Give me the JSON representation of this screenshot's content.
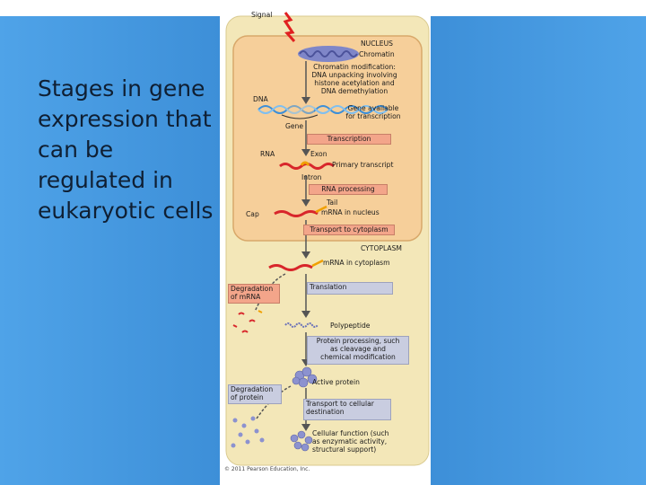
{
  "slide": {
    "title_lines": [
      "Stages in gene",
      "expression that",
      "can be",
      "regulated in",
      "eukaryotic cells"
    ]
  },
  "figure": {
    "signal": "Signal",
    "nucleus": "NUCLEUS",
    "chromatin": "Chromatin",
    "chromatin_mod": [
      "Chromatin modification:",
      "DNA unpacking involving",
      "histone acetylation and",
      "DNA demethylation"
    ],
    "dna": "DNA",
    "gene_available": [
      "Gene available",
      "for transcription"
    ],
    "gene": "Gene",
    "transcription": "Transcription",
    "rna": "RNA",
    "exon": "Exon",
    "primary_transcript": "Primary transcript",
    "intron": "Intron",
    "rna_processing": "RNA processing",
    "tail": "Tail",
    "cap": "Cap",
    "mrna_nucleus": "mRNA in nucleus",
    "transport_cytoplasm": "Transport to cytoplasm",
    "cytoplasm": "CYTOPLASM",
    "mrna_cytoplasm": "mRNA in cytoplasm",
    "degradation_mrna": [
      "Degradation",
      "of mRNA"
    ],
    "translation": "Translation",
    "polypeptide": "Polypeptide",
    "protein_processing": [
      "Protein processing, such",
      "as cleavage and",
      "chemical modification"
    ],
    "degradation_protein": [
      "Degradation",
      "of protein"
    ],
    "active_protein": "Active protein",
    "transport_destination": [
      "Transport to cellular",
      "destination"
    ],
    "cellular_function": [
      "Cellular function (such",
      "as enzymatic activity,",
      "structural support)"
    ],
    "copyright": "© 2011 Pearson Education, Inc."
  },
  "colors": {
    "slide_blue": "#4fa3e8",
    "nucleus_fill": "#f6cf9a",
    "cytoplasm_fill": "#f3e7b8",
    "orange_box": "#f3a58a",
    "grey_box": "#c9cde0",
    "mrna_red": "#d8262b",
    "signal_red": "#e02020"
  }
}
